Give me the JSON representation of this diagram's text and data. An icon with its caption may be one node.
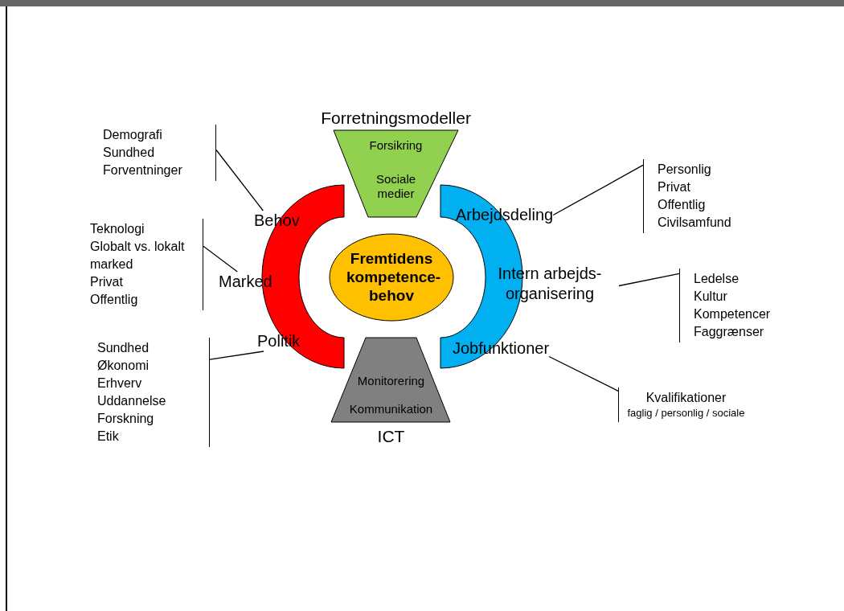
{
  "diagram": {
    "nodes": [
      {
        "text": [
          "Forretningsmodeller",
          "Forsikring",
          "Sociale medier"
        ]
      },
      {
        "text": [
          "Demografi",
          "Sundhed",
          "Forventninger"
        ]
      },
      {
        "text": [
          "Personlig",
          "Privat",
          "Offentlig",
          "Civilsamfund"
        ]
      },
      {
        "text": [],
        "shape": "arc"
      },
      {
        "text": [
          "Behov"
        ]
      },
      {
        "text": [],
        "shape": "arc"
      },
      {
        "text": [
          "Arbejdsdeling"
        ]
      },
      {
        "text": [
          "Teknologi",
          "Globalt vs. lokalt marked",
          "Privat",
          "Offentlig"
        ]
      },
      {
        "text": [
          "Marked"
        ]
      },
      {
        "text": [
          "Fremtidens kompetence- behov"
        ]
      },
      {
        "text": [
          "Intern arbejds- organisering"
        ]
      },
      {
        "text": [
          "Ledelse",
          "Kultur",
          "Kompetencer",
          "Faggrænser"
        ]
      },
      {
        "text": [
          "Politik"
        ]
      },
      {
        "text": [
          "Jobfunktioner"
        ]
      },
      {
        "text": [
          "Sundhed",
          "Økonomi",
          "Erhverv",
          "Uddannelse",
          "Forskning",
          "Etik"
        ]
      },
      {
        "text": [
          "Monitorering",
          "Kommunikation",
          "ICT"
        ]
      },
      {
        "text": [
          "Kvalifikationer",
          "faglig / personlig / sociale"
        ]
      }
    ],
    "edges": [
      {
        "from": 1,
        "to": 4,
        "arrow": "none"
      },
      {
        "from": 7,
        "to": 8,
        "arrow": "none"
      },
      {
        "from": 14,
        "to": 12,
        "arrow": "none"
      },
      {
        "from": 2,
        "to": 6,
        "arrow": "none"
      },
      {
        "from": 11,
        "to": 10,
        "arrow": "none"
      },
      {
        "from": 16,
        "to": 13,
        "arrow": "none"
      }
    ]
  }
}
